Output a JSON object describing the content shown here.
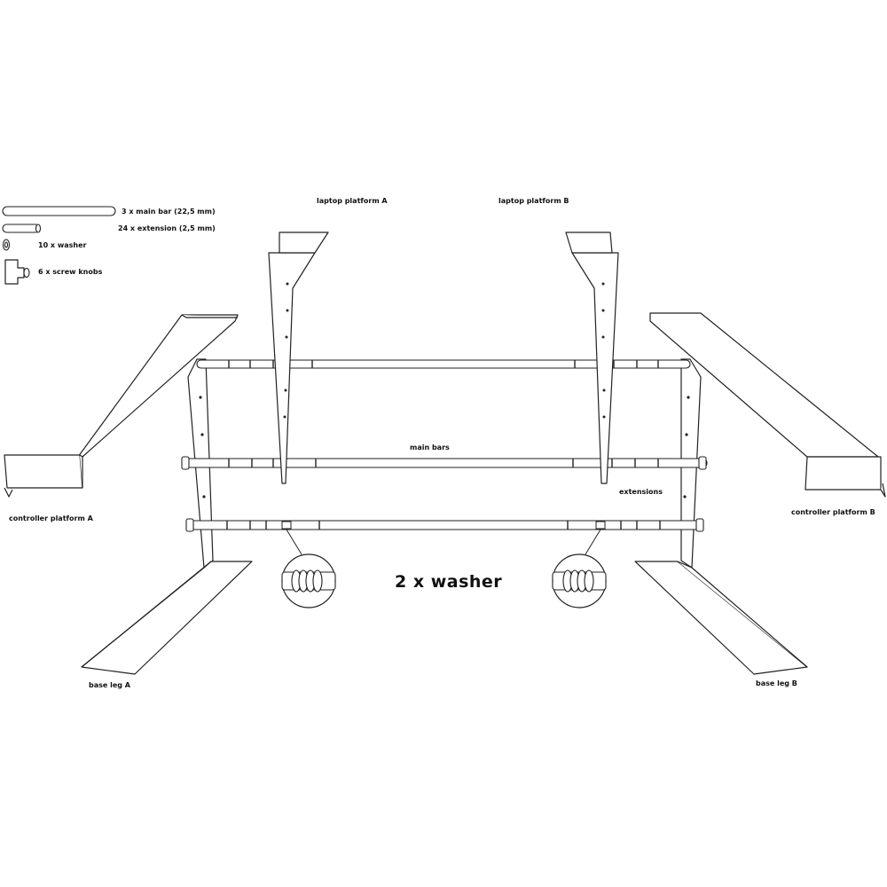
{
  "legend": {
    "main_bar": "3 x main bar (22,5 mm)",
    "extension": "24 x extension (2,5 mm)",
    "washer": "10 x washer",
    "screw_knobs": "6 x screw knobs"
  },
  "labels": {
    "laptop_platform_a": "laptop platform A",
    "laptop_platform_b": "laptop platform B",
    "main_bars": "main bars",
    "extensions": "extensions",
    "controller_platform_a": "controller platform A",
    "controller_platform_b": "controller platform B",
    "base_leg_a": "base leg A",
    "base_leg_b": "base leg B",
    "washer_callout": "2 x washer"
  }
}
